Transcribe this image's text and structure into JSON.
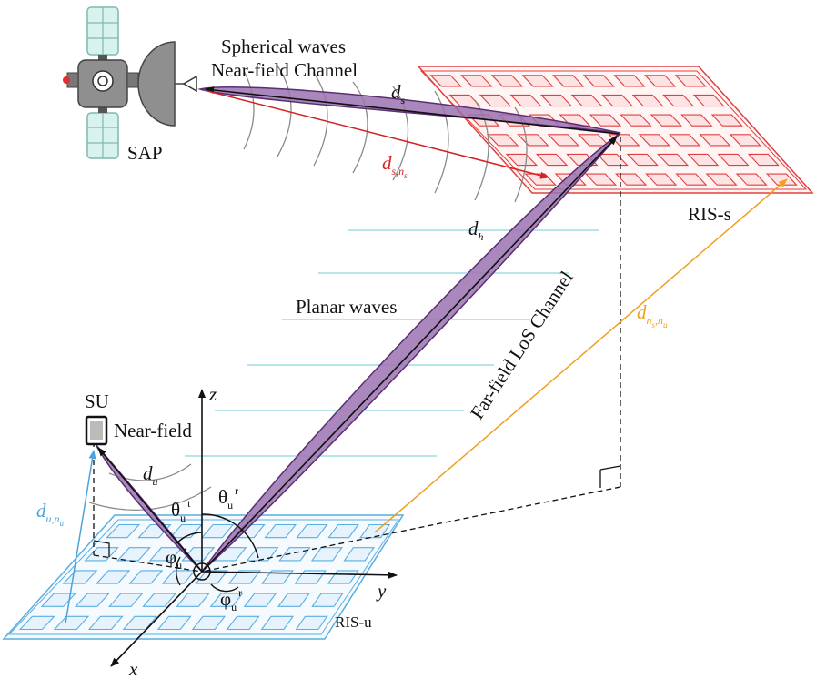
{
  "labels": {
    "spherical_waves": "Spherical waves",
    "near_field_channel": "Near-field Channel",
    "sap": "SAP",
    "ris_s": "RIS-s",
    "ris_u": "RIS-u",
    "planar_waves": "Planar waves",
    "far_field_los": "Far-field LoS Channel",
    "su": "SU",
    "near_field": "Near-field"
  },
  "symbols": {
    "d": "d",
    "d_s_sub": "s",
    "d_h_sub": "h",
    "d_u_sub": "u",
    "d_sns_sub": "s,n",
    "d_sns_subsub": "s",
    "d_nsnu_sub": "n",
    "d_nsnu_subsub1": "s",
    "d_nsnu_mid": ",n",
    "d_nsnu_subsub2": "u",
    "d_unu_sub": "u,n",
    "d_unu_subsub": "u",
    "theta": "θ",
    "phi": "φ",
    "u": "u",
    "t": "t",
    "r": "r"
  },
  "axes": {
    "x": "x",
    "y": "y",
    "z": "z"
  },
  "colors": {
    "beam_fill": "#9b72b0",
    "beam_stroke": "#5a2f73",
    "ris_s_stroke": "#e04040",
    "ris_s_fill": "#fde3e3",
    "ris_u_stroke": "#5aaee0",
    "ris_u_fill": "#e6f3fc",
    "red_arrow": "#d42020",
    "orange_arrow": "#f0a020",
    "blue_arrow": "#4aa3e0",
    "plane_lines": "#8ad8e0",
    "wave_arcs": "#8a8a8a"
  }
}
